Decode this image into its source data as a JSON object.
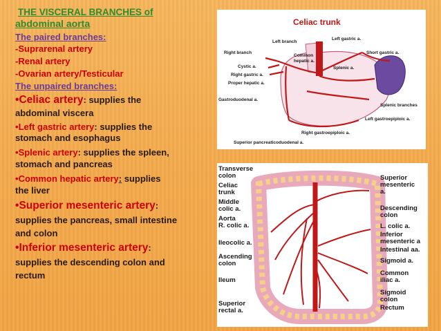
{
  "heading": {
    "line1": "THE VISCERAL BRANCHES of",
    "line2": "abdominal aorta"
  },
  "paired": {
    "label": "The paired branches:",
    "items": [
      "-Suprarenal artery",
      "-Renal artery",
      "-Ovarian artery/Testicular"
    ]
  },
  "unpaired": {
    "label": "The  unpaired branches:",
    "celiac": {
      "bullet": "•",
      "name": "Celiac artery",
      "desc1": ": supplies the",
      "desc2": "abdominal viscera"
    },
    "left_gastric": {
      "bullet": "•",
      "name": "Left gastric artery",
      "desc1": ": supplies the",
      "desc2": "stomach and esophagus"
    },
    "splenic": {
      "bullet": "•",
      "name": "Splenic artery",
      "desc1": ": supplies the spleen,",
      "desc2": "stomach and pancreas"
    },
    "hepatic": {
      "bullet": "•",
      "name": "Common hepatic artery",
      "colon": ":",
      "desc1": " supplies",
      "desc2": "the liver"
    },
    "sma": {
      "bullet": "•",
      "name": "Superior mesenteric artery",
      "desc1": ":",
      "desc2": "supplies the pancreas, small intestine",
      "desc3": "and colon"
    },
    "ima": {
      "bullet": "•",
      "name": "Inferior mesenteric artery",
      "desc1": ":",
      "desc2": "supplies the descending colon and",
      "desc3": "rectum"
    }
  },
  "figure_celiac": {
    "title": "Celiac trunk",
    "labels": {
      "left_branch": "Left branch",
      "left_gastric": "Left gastric a.",
      "right_branch": "Right branch",
      "common_hepatic": "Common",
      "common_hepatic2": "hepatic a.",
      "short_gastric": "Short gastric a.",
      "cystic": "Cystic a.",
      "splenic": "Splenic a.",
      "right_gastric": "Right gastric a.",
      "proper_hepatic": "Proper hepatic a.",
      "gastroduodenal": "Gastroduodenal a.",
      "splenic_branches": "Splenic branches",
      "left_gastroepiploic": "Left gastroepiploic a.",
      "right_gastroepiploic": "Right gastroepiploic a.",
      "sup_pancreaticoduodenal": "Superior pancreaticoduodenal a."
    }
  },
  "figure_mesenteric": {
    "labels": {
      "transverse": "Transverse",
      "colon": "colon",
      "celiac": "Celiac",
      "trunk": "trunk",
      "middle": "Middle",
      "colic": "colic a.",
      "aorta": "Aorta",
      "rcolic": "R. colic a.",
      "ileocolic": "Ileocolic a.",
      "ascending": "Ascending",
      "colon2": "colon",
      "ileum": "Ileum",
      "superior": "Superior",
      "rectal": "rectal a.",
      "sup_mes1": "Superior",
      "sup_mes2": "mesenteric",
      "sup_mes3": "a.",
      "desc1": "Descending",
      "desc2": "colon",
      "lcolic": "L. colic a.",
      "inf1": "Inferior",
      "inf2": "mesenteric a",
      "intestinal": "Intestinal aa.",
      "sigmoid": "Sigmoid a.",
      "common1": "Common",
      "common2": "iliac a.",
      "sigcolon1": "Sigmoid",
      "sigcolon2": "colon",
      "rectum": "Rectum"
    }
  }
}
